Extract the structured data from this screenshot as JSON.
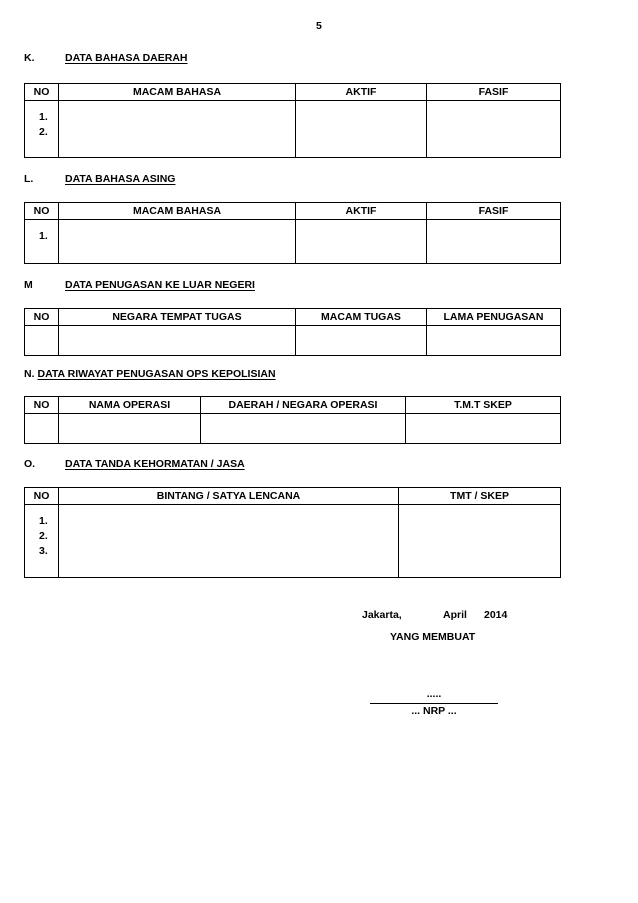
{
  "document": {
    "page_number": "5"
  },
  "sections": [
    {
      "letter": "K.",
      "title": "DATA BAHASA DAERAH",
      "table": {
        "headers": [
          "NO",
          "MACAM BAHASA",
          "AKTIF",
          "FASIF"
        ],
        "row_numbers": [
          "1.",
          "2."
        ],
        "rows": [
          [
            "",
            "",
            "",
            ""
          ]
        ]
      }
    },
    {
      "letter": "L.",
      "title": "DATA BAHASA ASING",
      "table": {
        "headers": [
          "NO",
          "MACAM BAHASA",
          "AKTIF",
          "FASIF"
        ],
        "row_numbers": [
          "1."
        ],
        "rows": [
          [
            "",
            "",
            "",
            ""
          ]
        ]
      }
    },
    {
      "letter": "M",
      "title": "DATA PENUGASAN KE LUAR NEGERI",
      "table": {
        "headers": [
          "NO",
          "NEGARA TEMPAT TUGAS",
          "MACAM TUGAS",
          "LAMA PENUGASAN"
        ],
        "row_numbers": [],
        "rows": [
          [
            "",
            "",
            "",
            ""
          ]
        ]
      }
    },
    {
      "letter": "N.",
      "title": "DATA RIWAYAT PENUGASAN OPS KEPOLISIAN",
      "table": {
        "headers": [
          "NO",
          "NAMA OPERASI",
          "DAERAH / NEGARA OPERASI",
          "T.M.T SKEP"
        ],
        "row_numbers": [],
        "rows": [
          [
            "",
            "",
            "",
            ""
          ]
        ]
      }
    },
    {
      "letter": "O.",
      "title": "DATA TANDA KEHORMATAN / JASA",
      "table": {
        "headers": [
          "NO",
          "BINTANG  / SATYA LENCANA",
          "TMT / SKEP"
        ],
        "row_numbers": [
          "1.",
          "2.",
          "3."
        ],
        "rows": [
          [
            "",
            "",
            ""
          ]
        ]
      }
    }
  ],
  "signature": {
    "city": "Jakarta,",
    "month": "April",
    "year": "2014",
    "made_by": "YANG MEMBUAT",
    "name_placeholder": ".....",
    "nrp_line": "...  NRP  ..."
  }
}
